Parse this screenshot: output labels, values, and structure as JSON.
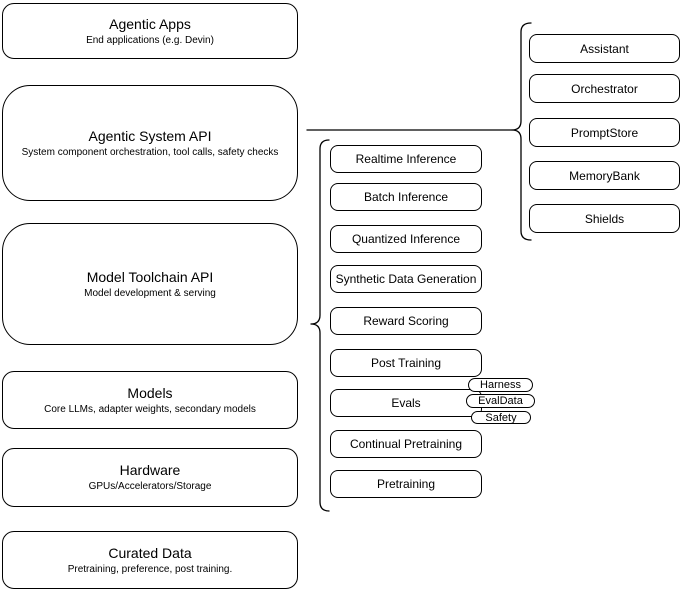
{
  "diagram": {
    "left_stack": [
      {
        "title": "Agentic Apps",
        "subtitle": "End applications (e.g. Devin)"
      },
      {
        "title": "Agentic System API",
        "subtitle": "System component orchestration, tool calls, safety checks"
      },
      {
        "title": "Model Toolchain API",
        "subtitle": "Model development & serving"
      },
      {
        "title": "Models",
        "subtitle": "Core LLMs, adapter weights, secondary models"
      },
      {
        "title": "Hardware",
        "subtitle": "GPUs/Accelerators/Storage"
      },
      {
        "title": "Curated Data",
        "subtitle": "Pretraining, preference, post training."
      }
    ],
    "toolchain_services": [
      "Realtime Inference",
      "Batch Inference",
      "Quantized Inference",
      "Synthetic Data Generation",
      "Reward Scoring",
      "Post Training",
      "Evals",
      "Continual Pretraining",
      "Pretraining"
    ],
    "eval_tags": [
      "Harness",
      "EvalData",
      "Safety"
    ],
    "system_components": [
      "Assistant",
      "Orchestrator",
      "PromptStore",
      "MemoryBank",
      "Shields"
    ],
    "colors": {
      "stroke": "#000000",
      "background": "#ffffff",
      "text": "#000000"
    }
  }
}
